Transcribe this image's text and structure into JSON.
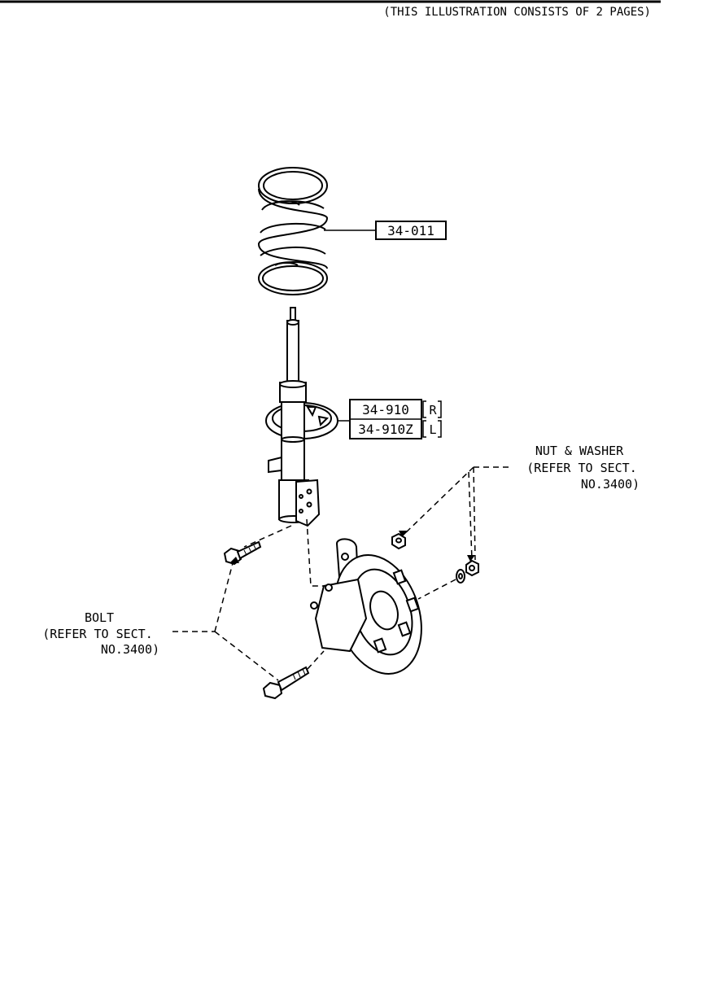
{
  "header_note": "(THIS ILLUSTRATION CONSISTS OF  2 PAGES)",
  "parts": {
    "spring": {
      "code": "34-011"
    },
    "strut": {
      "code_right": "34-910",
      "side_right": "R",
      "code_left": "34-910Z",
      "side_left": "L"
    }
  },
  "callouts": {
    "nut_washer": {
      "line1": "NUT & WASHER",
      "line2": "(REFER TO SECT.",
      "line3": "NO.3400)"
    },
    "bolt": {
      "line1": "BOLT",
      "line2": "(REFER TO SECT.",
      "line3": "NO.3400)"
    }
  }
}
